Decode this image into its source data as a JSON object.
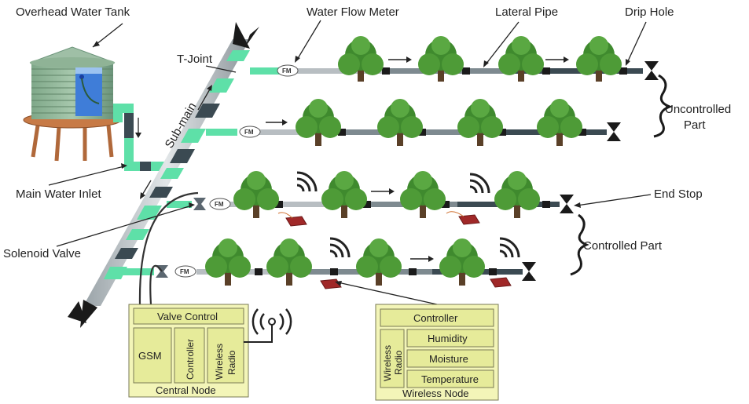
{
  "labels": {
    "overhead_tank": "Overhead Water Tank",
    "water_flow_meter": "Water Flow Meter",
    "lateral_pipe": "Lateral Pipe",
    "drip_hole": "Drip Hole",
    "t_joint": "T-Joint",
    "sub_main": "Sub-main",
    "main_inlet": "Main Water Inlet",
    "solenoid_valve": "Solenoid Valve",
    "end_stop": "End Stop",
    "uncontrolled_part": "Uncontrolled",
    "uncontrolled_part_2": "Part",
    "controlled_part": "Controlled Part",
    "flow_meter_abbr": "FM"
  },
  "central_node": {
    "title": "Valve Control",
    "gsm": "GSM",
    "controller": "Controller",
    "wireless_1": "Wireless",
    "wireless_2": "Radio",
    "caption": "Central Node"
  },
  "wireless_node": {
    "controller": "Controller",
    "wireless_1": "Wireless",
    "wireless_2": "Radio",
    "humidity": "Humidity",
    "moisture": "Moisture",
    "temperature": "Temperature",
    "caption": "Wireless Node"
  },
  "colors": {
    "pipe_green": "#5ee0a8",
    "pipe_gray": "#b8bec2",
    "pipe_dark": "#3b4a52",
    "tree_green": "#3f8a2e",
    "trunk": "#5a4028",
    "box_fill": "#f3f5b8",
    "box_border": "#7a7a55",
    "sensor_red": "#a02828"
  },
  "icons": {
    "tank": "water-tank-icon",
    "tree": "tree-icon",
    "valve": "valve-icon",
    "antenna": "antenna-icon",
    "sensor": "sensor-node-icon",
    "wifi": "wifi-signal-icon"
  }
}
